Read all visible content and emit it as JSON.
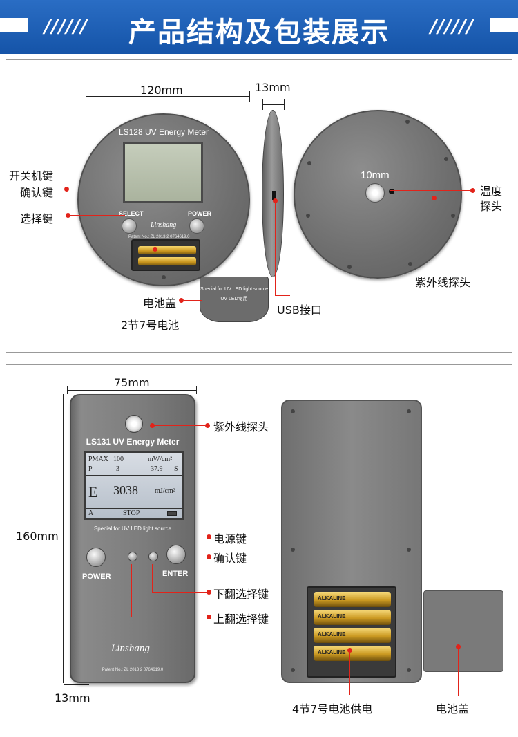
{
  "banner": {
    "title": "产品结构及包装展示",
    "left_slashes": "//////",
    "right_slashes": "//////",
    "bg_color": "#1b5fb6"
  },
  "top_panel": {
    "front": {
      "model": "LS128 UV Energy Meter",
      "select_label": "SELECT",
      "power_label": "POWER",
      "brand": "Linshang",
      "patent": "Patent No.: ZL 2013 2 0764619.0",
      "cover_text_1": "Special for UV LED light source",
      "cover_text_2": "UV LED专用"
    },
    "dimensions": {
      "width": "120mm",
      "thickness": "13mm",
      "probe_size": "10mm"
    },
    "callouts": {
      "power_key": "开关机键",
      "confirm_key": "确认键",
      "select_key": "选择键",
      "battery_cover": "电池盖",
      "batteries": "2节7号电池",
      "usb": "USB接口",
      "temp_probe_1": "温度",
      "temp_probe_2": "探头",
      "uv_probe": "紫外线探头"
    }
  },
  "bottom_panel": {
    "device": {
      "model": "LS131 UV Energy Meter",
      "lcd": {
        "pmax_label": "PMAX",
        "pmax_value": "100",
        "pmax_unit": "mW/cm²",
        "p_label": "P",
        "p_value": "3",
        "time_value": "37.9",
        "time_unit": "S",
        "e_label": "E",
        "e_value": "3038",
        "e_unit": "mJ/cm²",
        "mode": "A",
        "status": "STOP"
      },
      "special": "Special for UV LED light source",
      "power_label": "POWER",
      "enter_label": "ENTER",
      "brand": "Linshang",
      "patent": "Patent No.: ZL 2013 2 0764619.0"
    },
    "batteries_label": "ALKALINE",
    "dimensions": {
      "width": "75mm",
      "height": "160mm",
      "thickness": "13mm"
    },
    "callouts": {
      "uv_probe": "紫外线探头",
      "power_key": "电源键",
      "confirm_key": "确认键",
      "down_key": "下翻选择键",
      "up_key": "上翻选择键",
      "batteries": "4节7号电池供电",
      "battery_cover": "电池盖"
    }
  }
}
